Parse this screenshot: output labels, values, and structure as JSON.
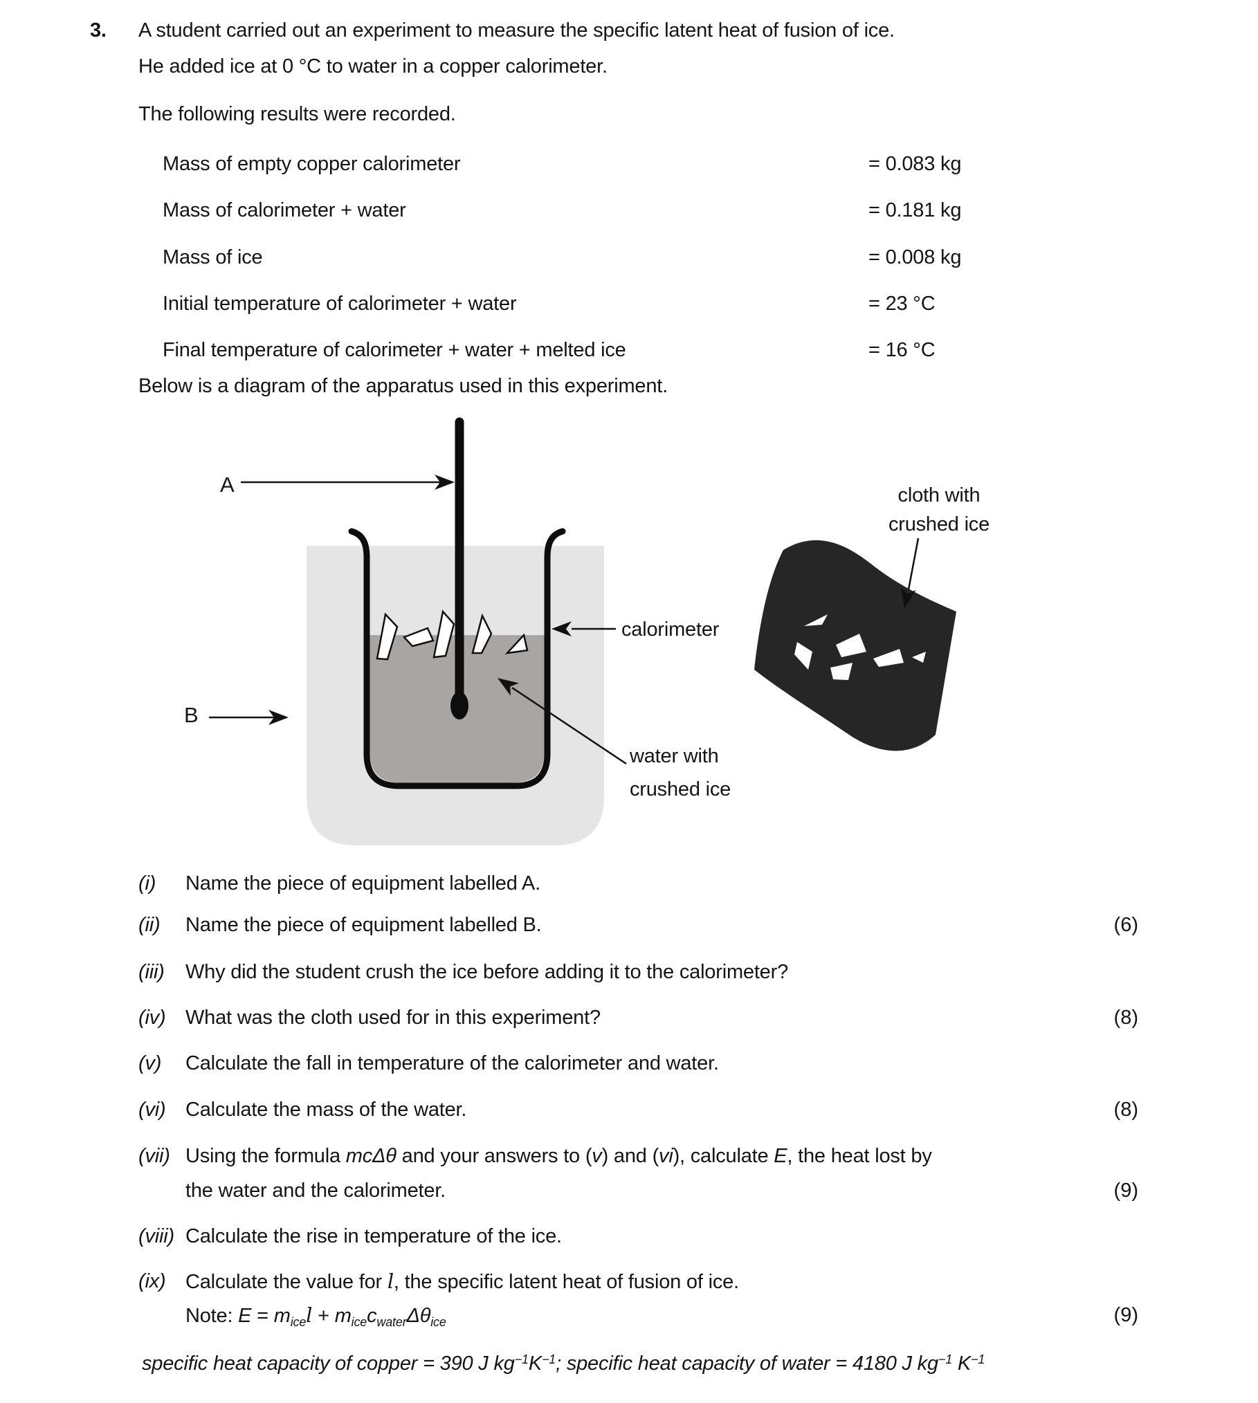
{
  "page": {
    "number": "3."
  },
  "intro": {
    "line1": "A student carried out an experiment to measure the specific latent heat of fusion of ice.",
    "line2": "He added ice at 0 °C to water in a copper calorimeter.",
    "results_heading": "The following results were recorded.",
    "diagram_heading": "Below is a diagram of the apparatus used in this experiment."
  },
  "results": [
    {
      "label": "Mass of empty copper calorimeter",
      "value": "= 0.083 kg"
    },
    {
      "label": "Mass of calorimeter + water",
      "value": "= 0.181 kg"
    },
    {
      "label": "Mass of ice",
      "value": "= 0.008 kg"
    },
    {
      "label": "Initial temperature of calorimeter + water",
      "value": "= 23 °C"
    },
    {
      "label": "Final temperature of calorimeter + water + melted ice",
      "value": "= 16 °C"
    }
  ],
  "diagram": {
    "label_a": "A",
    "label_b": "B",
    "calorimeter_label": "calorimeter",
    "water_label_line1": "water with",
    "water_label_line2": "crushed ice",
    "cloth_label_line1": "cloth with",
    "cloth_label_line2": "crushed ice",
    "colors": {
      "outer_vessel": "#e5e5e5",
      "water": "#a9a5a2",
      "cloth": "#262626",
      "ink": "#0d0d0d",
      "ice": "#ffffff"
    }
  },
  "questions": [
    {
      "num": "(i)",
      "text": "Name the piece of equipment labelled A.",
      "marks": ""
    },
    {
      "num": "(ii)",
      "text": "Name the piece of equipment labelled B.",
      "marks": "(6)"
    },
    {
      "num": "(iii)",
      "text": "Why did the student crush the ice before adding it to the calorimeter?",
      "marks": ""
    },
    {
      "num": "(iv)",
      "text": "What was the cloth used for in this experiment?",
      "marks": "(8)"
    },
    {
      "num": "(v)",
      "text": "Calculate the fall in temperature of the calorimeter and water.",
      "marks": ""
    },
    {
      "num": "(vi)",
      "text": "Calculate the mass of the water.",
      "marks": "(8)"
    }
  ],
  "q7": {
    "num": "(vii)",
    "s0": "Using the formula ",
    "formula": "mcΔθ",
    "s1": " and your answers to (",
    "v": "v",
    "s2": ") and (",
    "vi": "vi",
    "s3": "), calculate ",
    "E": "E",
    "s4": ", the heat lost by",
    "line2": "the water and the calorimeter.",
    "marks": "(9)"
  },
  "q8": {
    "num": "(viii)",
    "text": "Calculate the rise in temperature of the ice."
  },
  "q9": {
    "num": "(ix)",
    "s0": "Calculate the value for ",
    "l": "l",
    "s1": ", the specific latent heat of fusion of ice."
  },
  "note": {
    "s0": "Note: ",
    "E": "E",
    "eq": " = ",
    "m1": "m",
    "sub1": "ice",
    "l1": "l",
    "plus": " + ",
    "m2": "m",
    "sub2": "ice",
    "c": "c",
    "sub3": "water",
    "dtheta": "Δθ",
    "sub4": "ice",
    "marks": "(9)"
  },
  "footer": {
    "s0": "specific heat capacity of copper = 390 J kg",
    "sup1": "−1",
    "s1": "K",
    "sup2": "−1",
    "s2": "; specific heat capacity of water = 4180 J kg",
    "sup3": "−1",
    "s3": " K",
    "sup4": "−1"
  }
}
